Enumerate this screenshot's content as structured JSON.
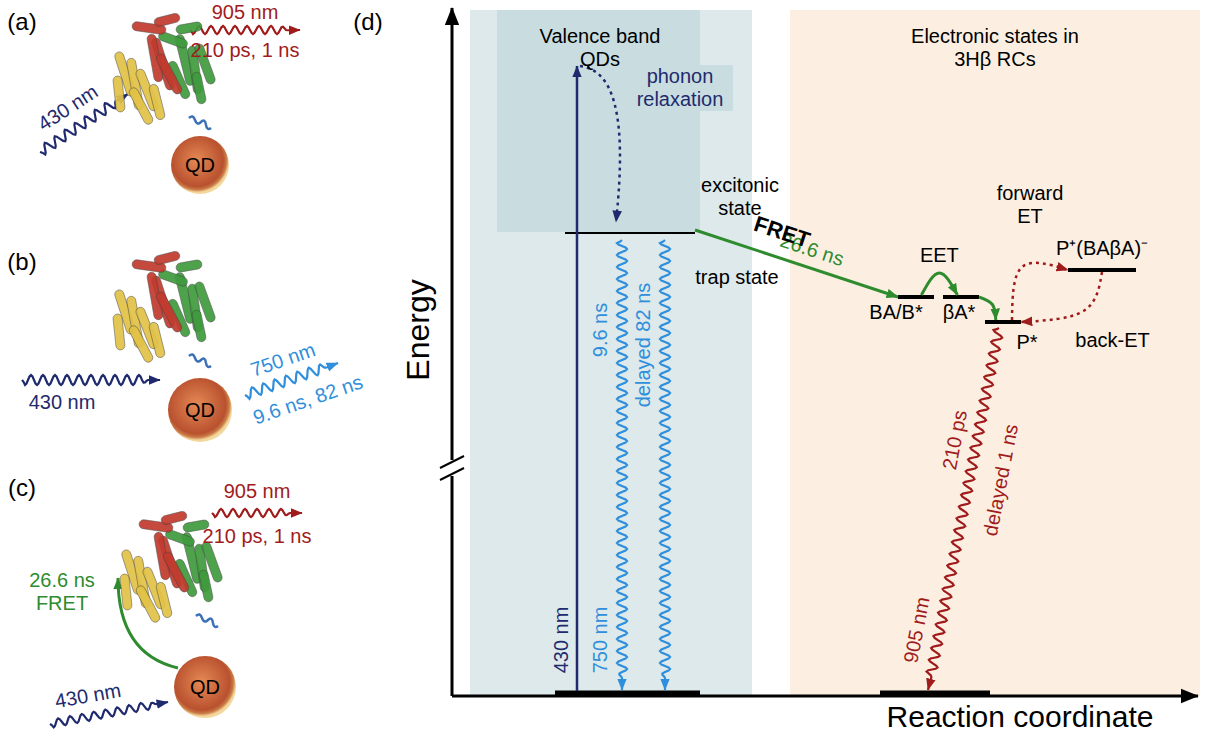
{
  "diagram": {
    "nodes": [
      {
        "text": [
          "QD"
        ]
      },
      {
        "text": [
          "QD"
        ]
      },
      {
        "text": [
          "QD"
        ]
      },
      {
        "text": [
          "Valence band QDs"
        ]
      },
      {
        "text": [
          "Electronic states in 3Hβ RCs"
        ]
      },
      {
        "text": [
          "excitonic state",
          "trap state"
        ],
        "in": 3
      },
      {
        "text": [
          "BA/B*"
        ],
        "in": 4
      },
      {
        "text": [
          "βA*"
        ],
        "in": 4
      },
      {
        "text": [
          "P*"
        ],
        "in": 4
      },
      {
        "text": [
          "P⁺(BAβA)⁻"
        ],
        "in": 4
      }
    ],
    "edges": [
      {
        "from": 5,
        "to": 6,
        "arrow": "to",
        "label": "FRET"
      },
      {
        "from": 6,
        "to": 7,
        "arrow": "to",
        "label": "EET"
      },
      {
        "from": 7,
        "to": 8,
        "arrow": "to"
      },
      {
        "from": 8,
        "to": 9,
        "arrow": "to",
        "label": "forward ET"
      },
      {
        "from": 9,
        "to": 8,
        "arrow": "to",
        "label": "back-ET"
      }
    ],
    "labels": [
      "(a)",
      "905 nm",
      "210 ps, 1 ns",
      "430 nm",
      "(b)",
      "750 nm",
      "9.6 ns, 82 ns",
      "430 nm",
      "(c)",
      "905 nm",
      "210 ps, 1 ns",
      "26.6 ns FRET",
      "430 nm",
      "(d)",
      "Energy",
      "Reaction coordinate",
      "phonon relaxation",
      "430 nm",
      "9.6 ns",
      "delayed 82 ns",
      "750 nm",
      "26.6 ns",
      "210 ps",
      "delayed 1 ns",
      "905 nm"
    ]
  }
}
